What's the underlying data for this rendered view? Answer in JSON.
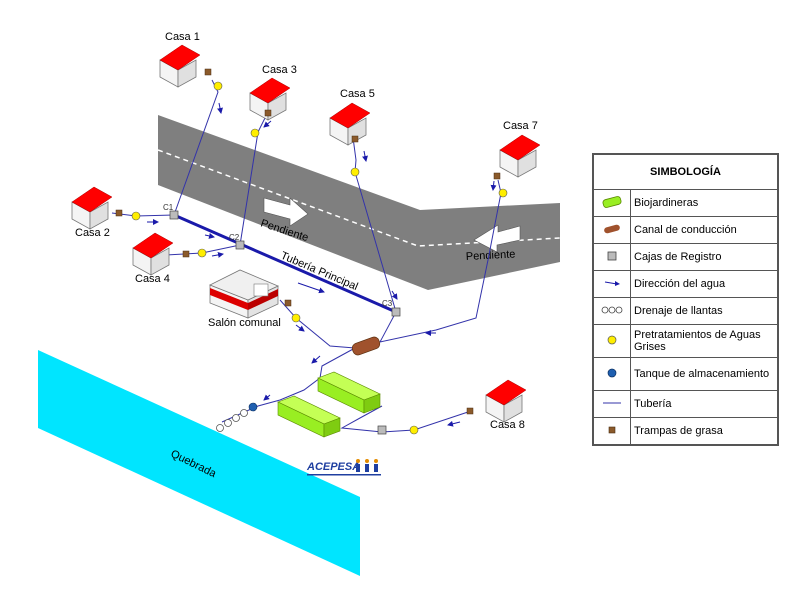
{
  "labels": {
    "casa1": "Casa 1",
    "casa2": "Casa 2",
    "casa3": "Casa 3",
    "casa4": "Casa 4",
    "casa5": "Casa 5",
    "casa7": "Casa 7",
    "casa8": "Casa 8",
    "salon": "Salón comunal",
    "c1": "C1",
    "c2": "C2",
    "c3": "C3",
    "pendiente_left": "Pendiente",
    "pendiente_right": "Pendiente",
    "tuberia_principal": "Tubería Principal",
    "quebrada": "Quebrada",
    "logo": "ACEPESA"
  },
  "legend": {
    "title": "SIMBOLOGÍA",
    "items": [
      {
        "icon": "biojardinera-icon",
        "label": "Biojardineras"
      },
      {
        "icon": "canal-icon",
        "label": "Canal de conducción"
      },
      {
        "icon": "caja-registro-icon",
        "label": "Cajas de Registro"
      },
      {
        "icon": "arrow-icon",
        "label": "Dirección del agua"
      },
      {
        "icon": "tires-icon",
        "label": "Drenaje de llantas"
      },
      {
        "icon": "yellow-circle-icon",
        "label": "Pretratamientos de Aguas Grises"
      },
      {
        "icon": "blue-circle-icon",
        "label": "Tanque de almacenamiento"
      },
      {
        "icon": "line-icon",
        "label": "Tubería"
      },
      {
        "icon": "grease-trap-icon",
        "label": "Trampas de grasa"
      }
    ]
  },
  "colors": {
    "road": "#7f7f7f",
    "roof": "#ff0000",
    "river": "#00e5ff",
    "biojardinera": "#99ee22",
    "canal": "#a0522d",
    "pipe": "#3333aa",
    "main_pipe": "#1a1aaa",
    "pretreatment": "#ffee00",
    "tank": "#1f5fb0",
    "grease_trap": "#8b5a2b"
  }
}
